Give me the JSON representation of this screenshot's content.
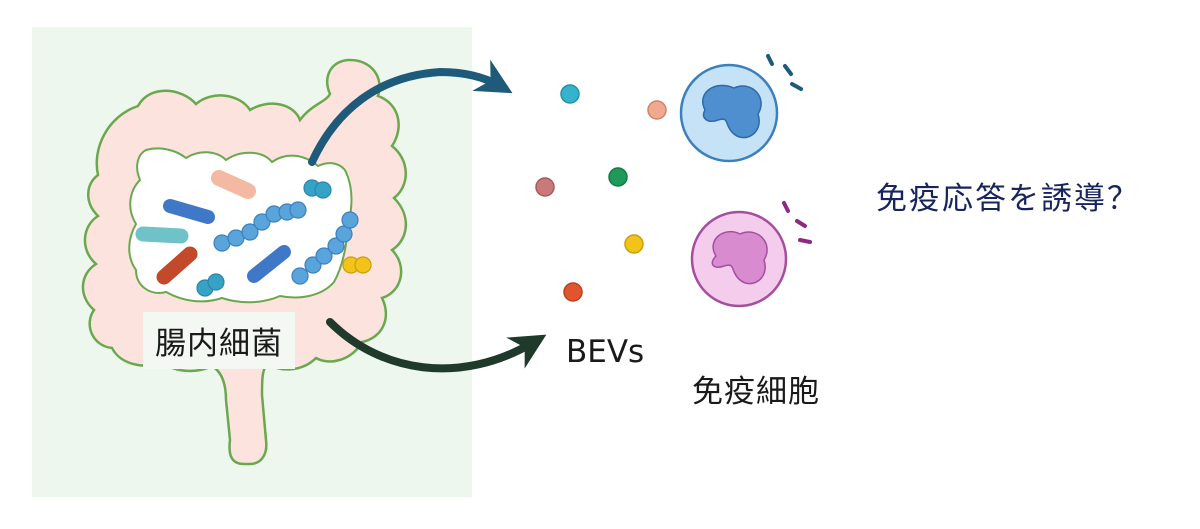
{
  "labels": {
    "gut_bacteria": "腸内細菌",
    "bevs": "BEVs",
    "immune_cells": "免疫細胞",
    "question": "免疫応答を誘導？"
  },
  "colors": {
    "panel_background": "#eef7ee",
    "intestine_fill": "#fde3de",
    "intestine_outline": "#6aa84f",
    "arrow_top": "#1e5a7a",
    "arrow_bottom": "#1f3a2a",
    "cell_blue_fill": "#c6e2f6",
    "cell_blue_nucleus": "#4f8fd0",
    "cell_pink_fill": "#f4cdec",
    "cell_pink_nucleus": "#d98bd0",
    "question_text": "#17245e"
  },
  "vesicle_colors": [
    "#35b3cc",
    "#f0a98e",
    "#c9797a",
    "#1f9a5a",
    "#f2c318",
    "#e0552d"
  ]
}
